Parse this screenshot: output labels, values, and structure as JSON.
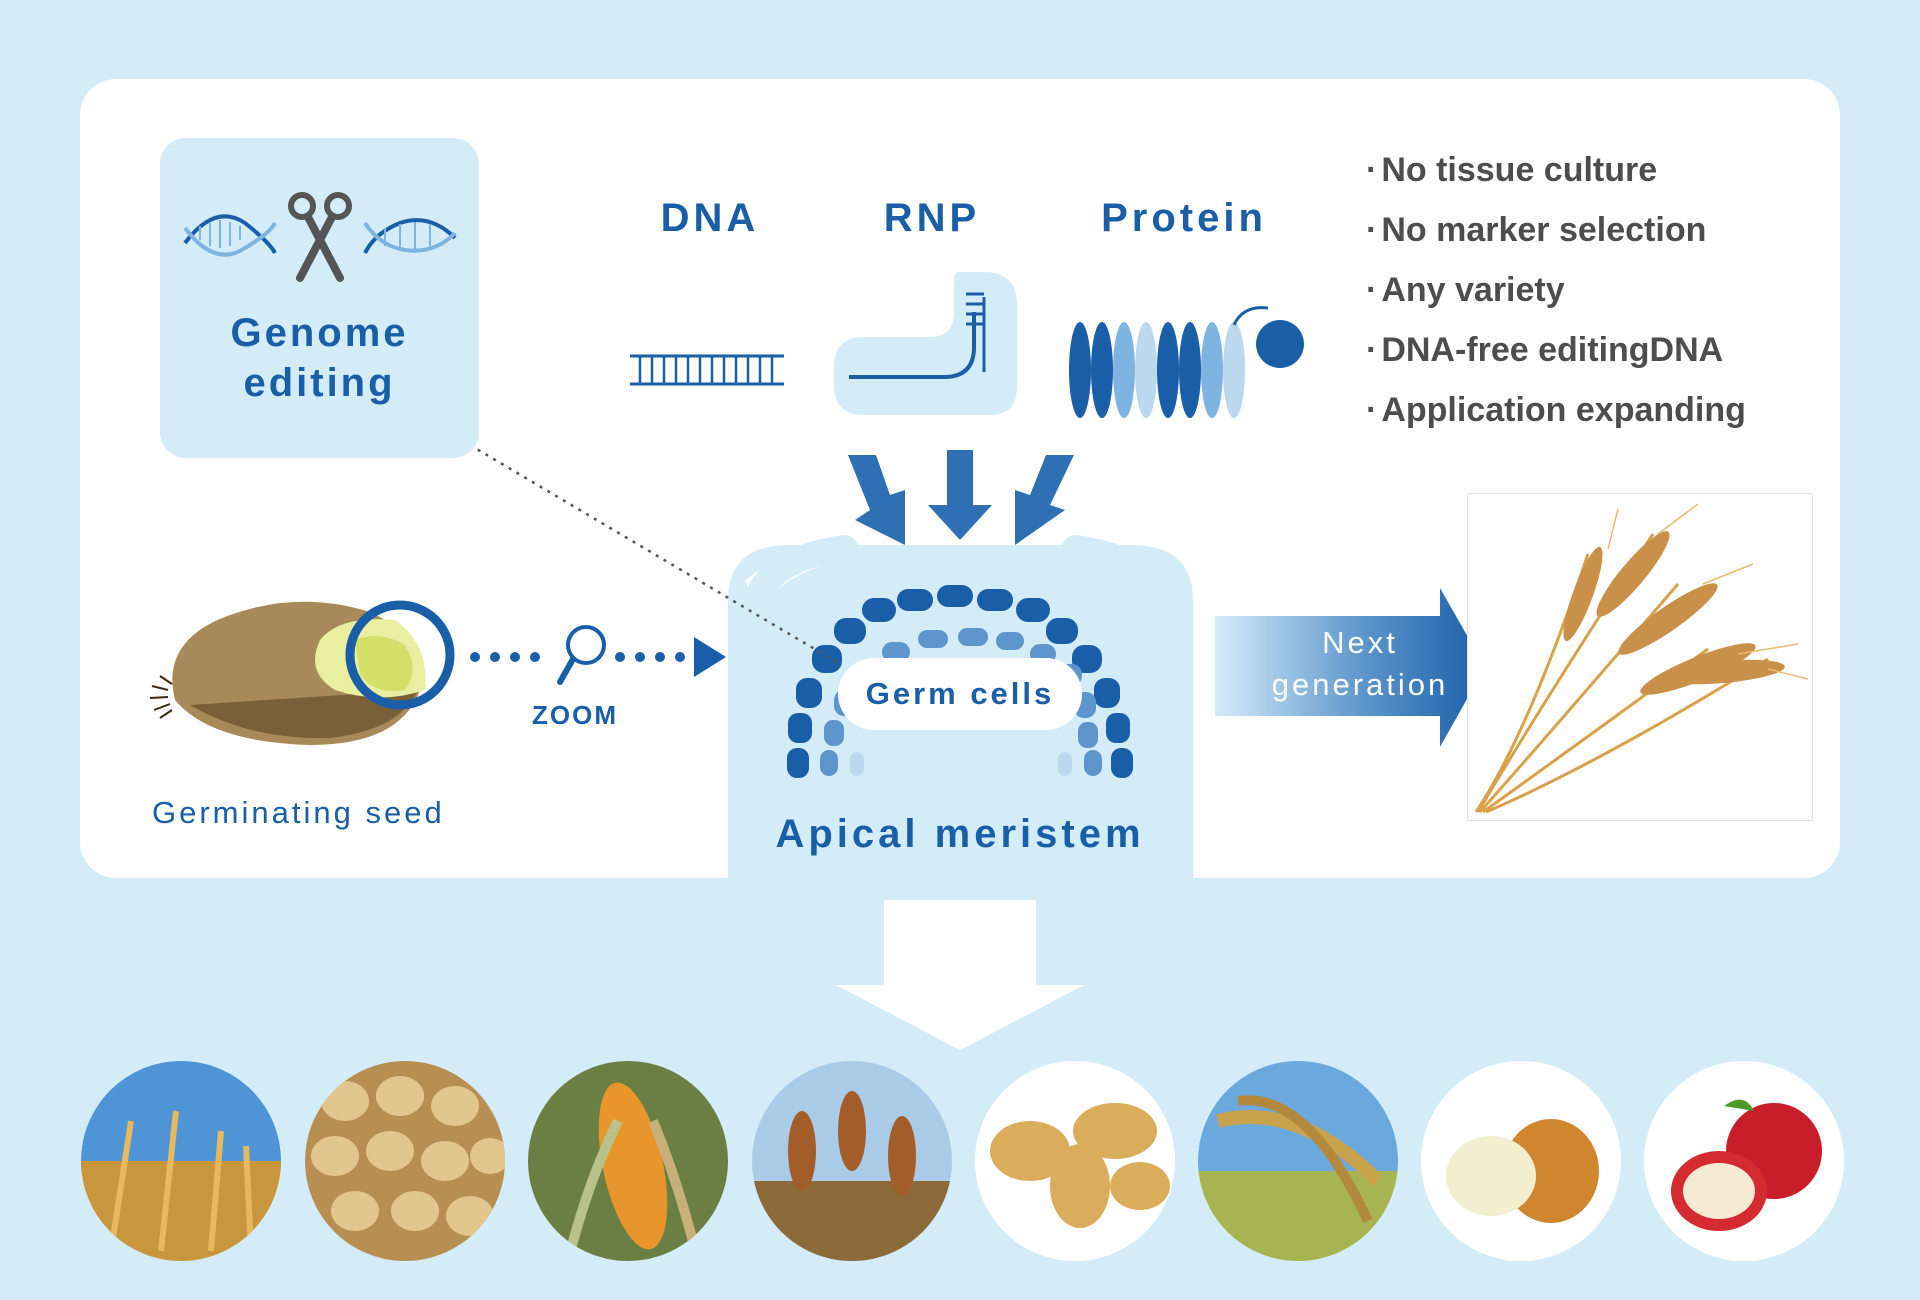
{
  "genome_editing": {
    "title_line1": "Genome",
    "title_line2": "editing",
    "icons": [
      "dna-helix-icon",
      "scissors-icon"
    ]
  },
  "molecules": [
    {
      "label": "DNA"
    },
    {
      "label": "RNP"
    },
    {
      "label": "Protein"
    }
  ],
  "bullets": [
    "No tissue culture",
    "No marker selection",
    "Any variety",
    "DNA-free editingDNA",
    "Application expanding"
  ],
  "seed": {
    "label": "Germinating seed",
    "zoom_label": "ZOOM"
  },
  "meristem": {
    "label": "Apical meristem",
    "germ_cells": "Germ cells"
  },
  "next_generation": {
    "line1": "Next",
    "line2": "generation"
  },
  "crops": [
    "wheat-field",
    "soybeans",
    "corn",
    "sorghum",
    "potatoes",
    "rice",
    "onions",
    "apples"
  ],
  "colors": {
    "background": "#d3ecf8",
    "primary_blue": "#1a5ea8",
    "light_blue": "#d3ecf8",
    "text_gray": "#4d4d4d"
  }
}
